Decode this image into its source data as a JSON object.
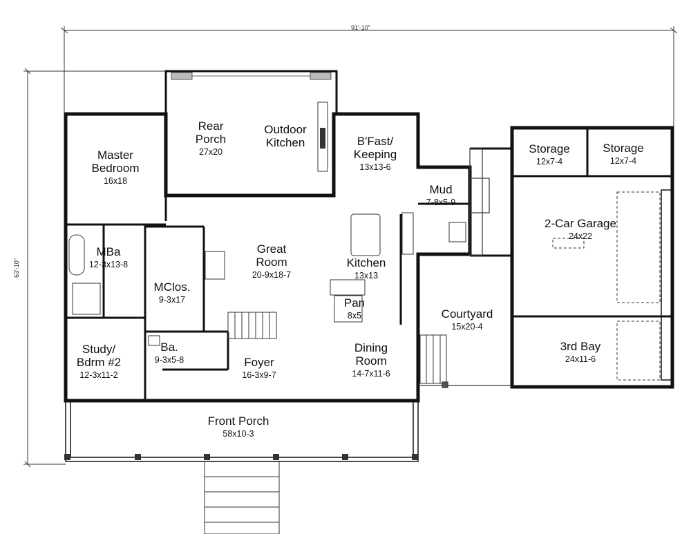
{
  "dimensions": {
    "overall_width": "91'-10\"",
    "overall_depth": "63'-10\""
  },
  "rooms": {
    "rear_porch": {
      "name_line1": "Rear",
      "name_line2": "Porch",
      "size": "27x20"
    },
    "outdoor_kitchen": {
      "name_line1": "Outdoor",
      "name_line2": "Kitchen",
      "size": ""
    },
    "bfast": {
      "name_line1": "B'Fast/",
      "name_line2": "Keeping",
      "size": "13x13-6"
    },
    "master": {
      "name_line1": "Master",
      "name_line2": "Bedroom",
      "size": "16x18"
    },
    "mba": {
      "name_line1": "MBa",
      "name_line2": "",
      "size": "12-3x13-8"
    },
    "mclos": {
      "name_line1": "MClos.",
      "name_line2": "",
      "size": "9-3x17"
    },
    "great_room": {
      "name_line1": "Great",
      "name_line2": "Room",
      "size": "20-9x18-7"
    },
    "kitchen": {
      "name_line1": "Kitchen",
      "name_line2": "",
      "size": "13x13"
    },
    "pan": {
      "name_line1": "Pan",
      "name_line2": "",
      "size": "8x5"
    },
    "mud": {
      "name_line1": "Mud",
      "name_line2": "",
      "size": "7-8x5-9"
    },
    "study": {
      "name_line1": "Study/",
      "name_line2": "Bdrm #2",
      "size": "12-3x11-2"
    },
    "ba": {
      "name_line1": "Ba.",
      "name_line2": "",
      "size": "9-3x5-8"
    },
    "foyer": {
      "name_line1": "Foyer",
      "name_line2": "",
      "size": "16-3x9-7"
    },
    "dining": {
      "name_line1": "Dining",
      "name_line2": "Room",
      "size": "14-7x11-6"
    },
    "courtyard": {
      "name_line1": "Courtyard",
      "name_line2": "",
      "size": "15x20-4"
    },
    "storage1": {
      "name_line1": "Storage",
      "name_line2": "",
      "size": "12x7-4"
    },
    "storage2": {
      "name_line1": "Storage",
      "name_line2": "",
      "size": "12x7-4"
    },
    "garage": {
      "name_line1": "2-Car Garage",
      "name_line2": "",
      "size": "24x22"
    },
    "third_bay": {
      "name_line1": "3rd Bay",
      "name_line2": "",
      "size": "24x11-6"
    },
    "front_porch": {
      "name_line1": "Front Porch",
      "name_line2": "",
      "size": "58x10-3"
    }
  }
}
